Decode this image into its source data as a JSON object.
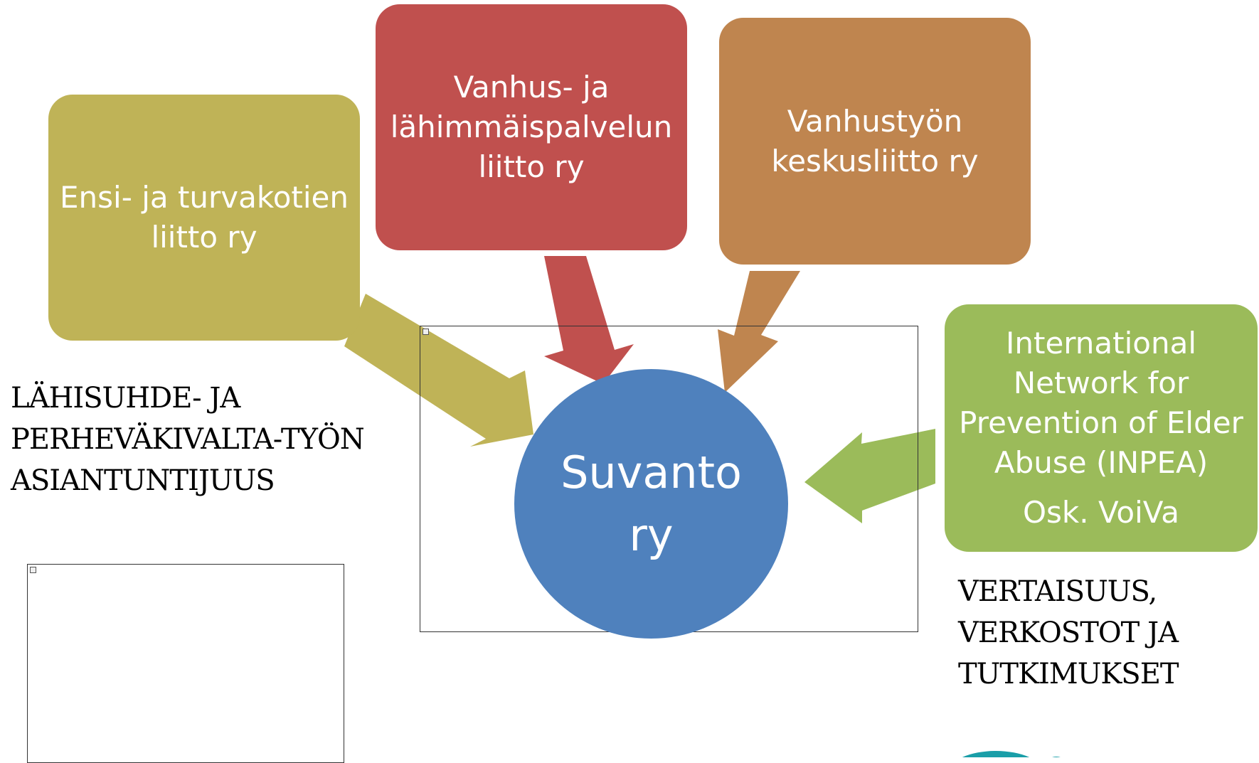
{
  "colors": {
    "olive": "#bfb357",
    "red": "#c0504e",
    "brown": "#bf854f",
    "green": "#9bbb5a",
    "blue": "#4f81bd",
    "logo_teal": "#1a9ea8"
  },
  "boxes": {
    "ensi": {
      "lines": [
        "Ensi- ja turvakotien",
        "liitto ry"
      ]
    },
    "vanhus": {
      "lines": [
        "Vanhus- ja",
        "lähimmäispalvelun",
        "liitto ry"
      ]
    },
    "keskus": {
      "lines": [
        "Vanhustyön",
        "keskusliitto ry"
      ]
    },
    "inpea": {
      "lines": [
        "International",
        "Network for",
        "Prevention of Elder",
        "Abuse (INPEA)"
      ],
      "extra": "Osk. VoiVa"
    }
  },
  "center": {
    "lines": [
      "Suvanto",
      "ry"
    ]
  },
  "captions": {
    "left": [
      "LÄHISUHDE- JA",
      "PERHEVÄKIVALTA-TYÖN",
      "ASIANTUNTIJUUS"
    ],
    "right": [
      "VERTAISUUS,",
      "VERKOSTOT JA",
      "TUTKIMUKSET"
    ]
  },
  "logo_icon": "logo-icon"
}
